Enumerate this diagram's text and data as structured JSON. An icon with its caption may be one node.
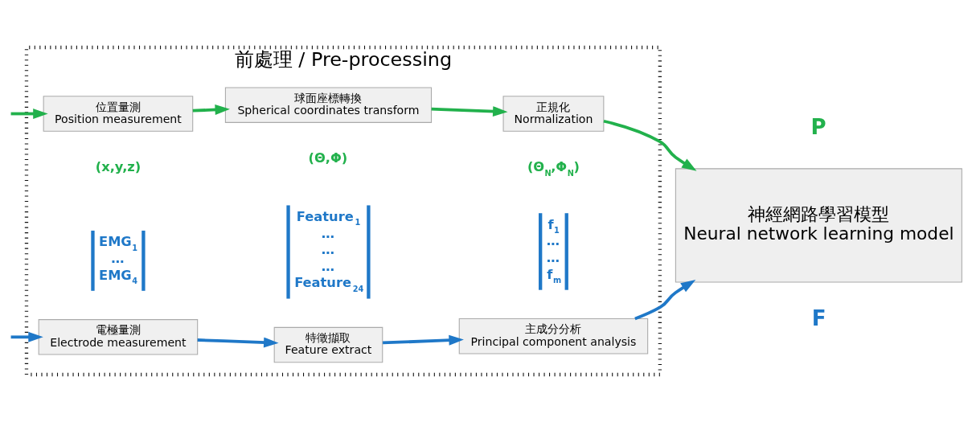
{
  "diagram": {
    "nodes": [
      {
        "text": [
          "前處理 / Pre-processing"
        ]
      },
      {
        "text": [
          "位置量測",
          "Position measurement"
        ],
        "in": 0
      },
      {
        "text": [
          "球面座標轉換",
          "Spherical coordinates transform"
        ],
        "in": 0
      },
      {
        "text": [
          "正規化",
          "Normalization"
        ],
        "in": 0
      },
      {
        "text": [
          "電極量測",
          "Electrode measurement"
        ],
        "in": 0
      },
      {
        "text": [
          "特徵擷取",
          "Feature extract"
        ],
        "in": 0
      },
      {
        "text": [
          "主成分分析",
          "Principal component analysis"
        ],
        "in": 0
      },
      {
        "text": [
          "神經網路學習模型",
          "Neural network learning model"
        ]
      }
    ],
    "edges": [
      {
        "from": null,
        "to": 1,
        "arrow": "to",
        "color": "#22b14c"
      },
      {
        "from": 1,
        "to": 2,
        "arrow": "to",
        "color": "#22b14c"
      },
      {
        "from": 2,
        "to": 3,
        "arrow": "to",
        "color": "#22b14c"
      },
      {
        "from": 3,
        "to": 7,
        "arrow": "to",
        "color": "#22b14c"
      },
      {
        "from": null,
        "to": 4,
        "arrow": "to",
        "color": "#1f78c8"
      },
      {
        "from": 4,
        "to": 5,
        "arrow": "to",
        "color": "#1f78c8"
      },
      {
        "from": 5,
        "to": 6,
        "arrow": "to",
        "color": "#1f78c8"
      },
      {
        "from": 6,
        "to": 7,
        "arrow": "to",
        "color": "#1f78c8"
      }
    ],
    "labels": [
      "(x,y,z)",
      "(Θ,Φ)",
      "(Θ$_{N}$,Φ$_{N}$)",
      "P",
      "EMG$_{1}$",
      "…",
      "EMG$_{4}$",
      "Feature$_{1}$",
      "…",
      "…",
      "…",
      "Feature$_{24}$",
      "f$_{1}$",
      "…",
      "…",
      "f$_{m}$",
      "F"
    ]
  }
}
